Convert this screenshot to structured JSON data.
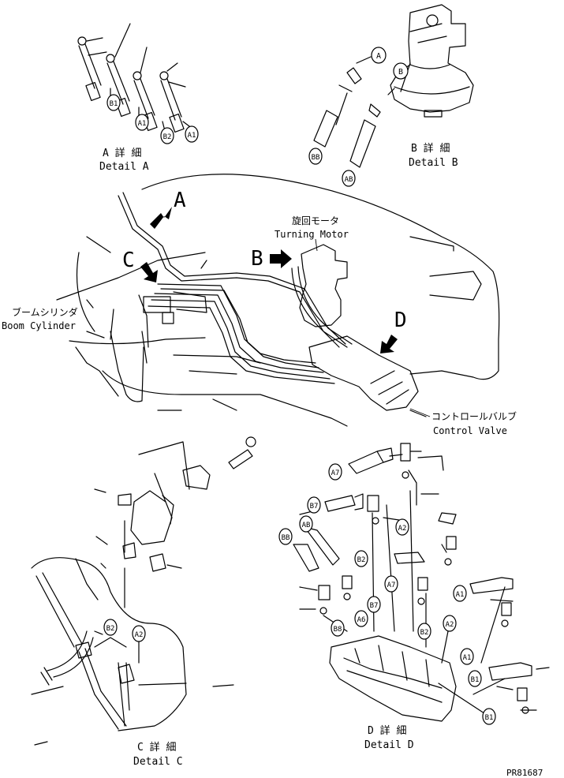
{
  "labels": {
    "detail_a_jp": "A 詳 細",
    "detail_a_en": "Detail A",
    "detail_b_jp": "B 詳 細",
    "detail_b_en": "Detail B",
    "detail_c_jp": "C 詳 細",
    "detail_c_en": "Detail C",
    "detail_d_jp": "D 詳 細",
    "detail_d_en": "Detail D",
    "turning_motor_jp": "旋回モータ",
    "turning_motor_en": "Turning Motor",
    "boom_cylinder_jp": "ブームシリンダ",
    "boom_cylinder_en": "Boom Cylinder",
    "control_valve_jp": "コントロールバルブ",
    "control_valve_en": "Control Valve",
    "view_a": "A",
    "view_b": "B",
    "view_c": "C",
    "view_d": "D",
    "drawing_no": "PR81687"
  },
  "tags": {
    "a_b1": "B1",
    "a_a1_left": "A1",
    "a_b2": "B2",
    "a_a1_right": "A1",
    "b_a": "A",
    "b_b": "B",
    "b_bb": "BB",
    "b_ab": "AB",
    "c_b2": "B2",
    "c_a2": "A2",
    "d_a7_top": "A7",
    "d_b7_top": "B7",
    "d_ab": "AB",
    "d_bb": "BB",
    "d_a2_top": "A2",
    "d_b2_mid": "B2",
    "d_a7_mid": "A7",
    "d_b7_mid": "B7",
    "d_a6": "A6",
    "d_b8": "B8",
    "d_b2_low": "B2",
    "d_a2_low": "A2",
    "d_a1_mid": "A1",
    "d_a1_low": "A1",
    "d_b1_low": "B1",
    "d_b1_bottom": "B1"
  }
}
